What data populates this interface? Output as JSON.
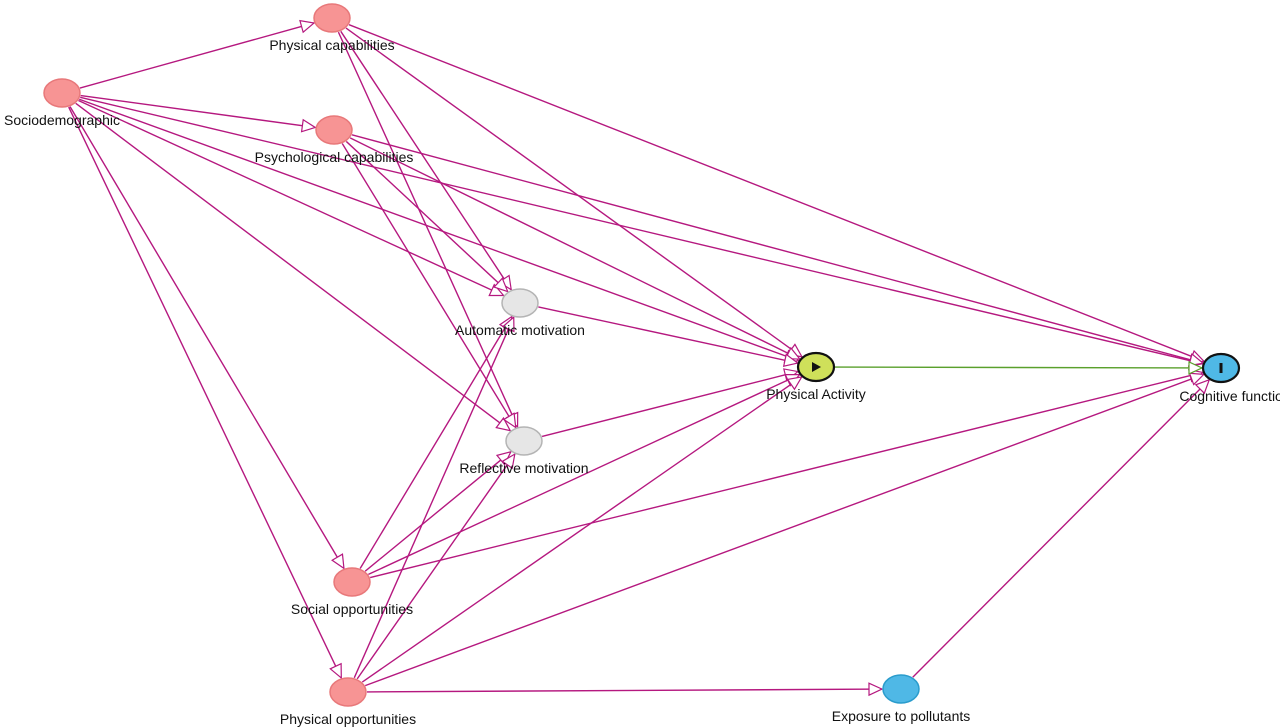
{
  "diagram": {
    "colors": {
      "causal_path": "#b5187f",
      "exposure_outcome_path": "#5aa02c",
      "ancestor_node_fill": "#f79494",
      "ancestor_node_stroke": "#e8787a",
      "other_node_fill": "#e6e6e6",
      "other_node_stroke": "#b4b4b4",
      "exposure_node_fill": "#cfe05a",
      "outcome_node_fill": "#4fb8e6",
      "unobserved_parent_fill": "#4fb8e6"
    },
    "nodes": [
      {
        "id": "sociodemographic",
        "label": "Sociodemographic",
        "role": "ancestor",
        "icon": ""
      },
      {
        "id": "physical_capabilities",
        "label": "Physical capabilities",
        "role": "ancestor",
        "icon": ""
      },
      {
        "id": "psychological_capabilities",
        "label": "Psychological capabilities",
        "role": "ancestor",
        "icon": ""
      },
      {
        "id": "automatic_motivation",
        "label": "Automatic motivation",
        "role": "other",
        "icon": ""
      },
      {
        "id": "reflective_motivation",
        "label": "Reflective motivation",
        "role": "other",
        "icon": ""
      },
      {
        "id": "physical_activity",
        "label": "Physical Activity",
        "role": "exposure",
        "icon": "play-icon"
      },
      {
        "id": "cognitive_function",
        "label": "Cognitive function",
        "role": "outcome",
        "icon": "bar-icon"
      },
      {
        "id": "social_opportunities",
        "label": "Social opportunities",
        "role": "ancestor",
        "icon": ""
      },
      {
        "id": "physical_opportunities",
        "label": "Physical opportunities",
        "role": "ancestor",
        "icon": ""
      },
      {
        "id": "exposure_to_pollutants",
        "label": "Exposure to pollutants",
        "role": "outcome_ancestor",
        "icon": ""
      }
    ],
    "edges": [
      {
        "from": "sociodemographic",
        "to": "physical_capabilities",
        "kind": "causal_path"
      },
      {
        "from": "sociodemographic",
        "to": "psychological_capabilities",
        "kind": "causal_path"
      },
      {
        "from": "sociodemographic",
        "to": "automatic_motivation",
        "kind": "causal_path"
      },
      {
        "from": "sociodemographic",
        "to": "reflective_motivation",
        "kind": "causal_path"
      },
      {
        "from": "sociodemographic",
        "to": "physical_activity",
        "kind": "causal_path"
      },
      {
        "from": "sociodemographic",
        "to": "cognitive_function",
        "kind": "causal_path"
      },
      {
        "from": "sociodemographic",
        "to": "social_opportunities",
        "kind": "causal_path"
      },
      {
        "from": "sociodemographic",
        "to": "physical_opportunities",
        "kind": "causal_path"
      },
      {
        "from": "physical_capabilities",
        "to": "automatic_motivation",
        "kind": "causal_path"
      },
      {
        "from": "physical_capabilities",
        "to": "reflective_motivation",
        "kind": "causal_path"
      },
      {
        "from": "physical_capabilities",
        "to": "physical_activity",
        "kind": "causal_path"
      },
      {
        "from": "physical_capabilities",
        "to": "cognitive_function",
        "kind": "causal_path"
      },
      {
        "from": "psychological_capabilities",
        "to": "automatic_motivation",
        "kind": "causal_path"
      },
      {
        "from": "psychological_capabilities",
        "to": "reflective_motivation",
        "kind": "causal_path"
      },
      {
        "from": "psychological_capabilities",
        "to": "physical_activity",
        "kind": "causal_path"
      },
      {
        "from": "psychological_capabilities",
        "to": "cognitive_function",
        "kind": "causal_path"
      },
      {
        "from": "automatic_motivation",
        "to": "physical_activity",
        "kind": "causal_path"
      },
      {
        "from": "reflective_motivation",
        "to": "physical_activity",
        "kind": "causal_path"
      },
      {
        "from": "social_opportunities",
        "to": "automatic_motivation",
        "kind": "causal_path"
      },
      {
        "from": "social_opportunities",
        "to": "reflective_motivation",
        "kind": "causal_path"
      },
      {
        "from": "social_opportunities",
        "to": "physical_activity",
        "kind": "causal_path"
      },
      {
        "from": "social_opportunities",
        "to": "cognitive_function",
        "kind": "causal_path"
      },
      {
        "from": "physical_opportunities",
        "to": "automatic_motivation",
        "kind": "causal_path"
      },
      {
        "from": "physical_opportunities",
        "to": "reflective_motivation",
        "kind": "causal_path"
      },
      {
        "from": "physical_opportunities",
        "to": "physical_activity",
        "kind": "causal_path"
      },
      {
        "from": "physical_opportunities",
        "to": "cognitive_function",
        "kind": "causal_path"
      },
      {
        "from": "physical_opportunities",
        "to": "exposure_to_pollutants",
        "kind": "causal_path"
      },
      {
        "from": "exposure_to_pollutants",
        "to": "cognitive_function",
        "kind": "causal_path"
      },
      {
        "from": "physical_activity",
        "to": "cognitive_function",
        "kind": "exposure_outcome_path"
      }
    ]
  }
}
